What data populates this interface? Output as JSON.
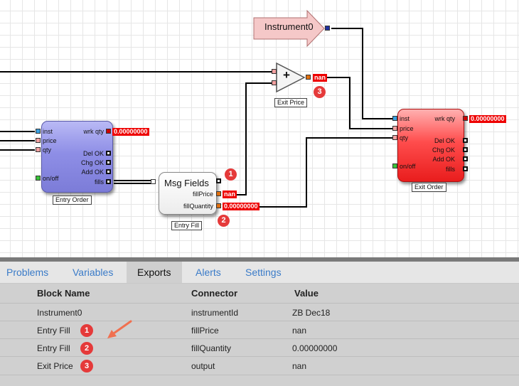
{
  "colors": {
    "entry_order_block": "#8e8ee6",
    "exit_order_block": "#ff4d4d",
    "instrument_block": "#f5c8c8",
    "value_box": "#ee0000",
    "badge": "#e53a3a",
    "tab_link": "#3a7bc8"
  },
  "canvas": {
    "instrument": {
      "label": "Instrument0"
    },
    "adder": {
      "symbol": "+",
      "caption": "Exit Price",
      "output_value": "nan",
      "badge": "3"
    },
    "entry_order": {
      "caption": "Entry Order",
      "inputs": [
        "inst",
        "price",
        "qty",
        "on/off"
      ],
      "outputs": [
        "wrk qty",
        "Del OK",
        "Chg OK",
        "Add OK",
        "fills"
      ],
      "wrk_qty_value": "0.00000000"
    },
    "msg_fields": {
      "title": "Msg Fields",
      "caption": "Entry Fill",
      "outputs": [
        "fillPrice",
        "fillQuantity"
      ],
      "fill_price_value": "nan",
      "fill_quantity_value": "0.00000000",
      "badges": [
        "1",
        "2"
      ]
    },
    "exit_order": {
      "caption": "Exit Order",
      "inputs": [
        "inst",
        "price",
        "qty",
        "on/off"
      ],
      "outputs": [
        "wrk qty",
        "Del OK",
        "Chg OK",
        "Add OK",
        "fills"
      ],
      "wrk_qty_value": "0.00000000"
    }
  },
  "panel": {
    "tabs": [
      {
        "label": "Problems",
        "active": false
      },
      {
        "label": "Variables",
        "active": false
      },
      {
        "label": "Exports",
        "active": true
      },
      {
        "label": "Alerts",
        "active": false
      },
      {
        "label": "Settings",
        "active": false
      }
    ],
    "columns": [
      "Block Name",
      "Connector",
      "Value"
    ],
    "rows": [
      {
        "block": "Instrument0",
        "connector": "instrumentId",
        "value": "ZB Dec18",
        "badge": ""
      },
      {
        "block": "Entry Fill",
        "connector": "fillPrice",
        "value": "nan",
        "badge": "1"
      },
      {
        "block": "Entry Fill",
        "connector": "fillQuantity",
        "value": "0.00000000",
        "badge": "2"
      },
      {
        "block": "Exit Price",
        "connector": "output",
        "value": "nan",
        "badge": "3"
      }
    ]
  }
}
